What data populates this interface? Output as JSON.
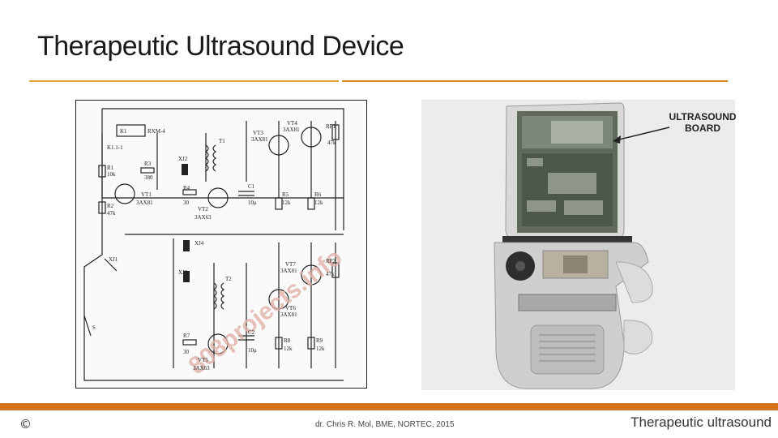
{
  "slide": {
    "title": "Therapeutic Ultrasound Device"
  },
  "schematic": {
    "labels": {
      "k1": "K1",
      "rxm": "RXM-4",
      "k1_contact": "K1.1-1",
      "r1": "R1",
      "r1_val": "10k",
      "r3": "R3",
      "r3_val": "380",
      "xj2": "XJ2",
      "t1": "T1",
      "vt3": "VT3",
      "vt3_type": "3AX81",
      "vt4": "VT4",
      "vt4_type": "3AX81",
      "rp1": "RP1",
      "rp1_val": "47k",
      "vt1": "VT1",
      "vt1_type": "3AX81",
      "r2": "R2",
      "r2_val": "47k",
      "r4": "R4",
      "r4_val": "30",
      "c1": "C1",
      "c1_val": "10μ",
      "r5": "R5",
      "r5_val": "12k",
      "r6": "R6",
      "r6_val": "12k",
      "vt2": "VT2",
      "vt2_type": "3AX63",
      "xj4": "XJ4",
      "xj1": "XJ1",
      "xj3": "XJ3",
      "t2": "T2",
      "vt7": "VT7",
      "vt7_type": "3AX81",
      "rp2": "RP2",
      "rp2_val": "47k",
      "vt6": "VT6",
      "vt6_type": "3AX81",
      "s": "S",
      "r7": "R7",
      "r7_val": "30",
      "c2": "C2",
      "c2_val": "10μ",
      "r8": "R8",
      "r8_val": "12k",
      "r9": "R9",
      "r9_val": "12k",
      "vt5": "VT5",
      "vt5_type": "3AX63"
    }
  },
  "photo": {
    "callout": "ULTRASOUND BOARD"
  },
  "footer": {
    "copyright": "©",
    "credit": "dr. Chris R. Mol, BME, NORTEC, 2015",
    "title": "Therapeutic ultrasound"
  }
}
